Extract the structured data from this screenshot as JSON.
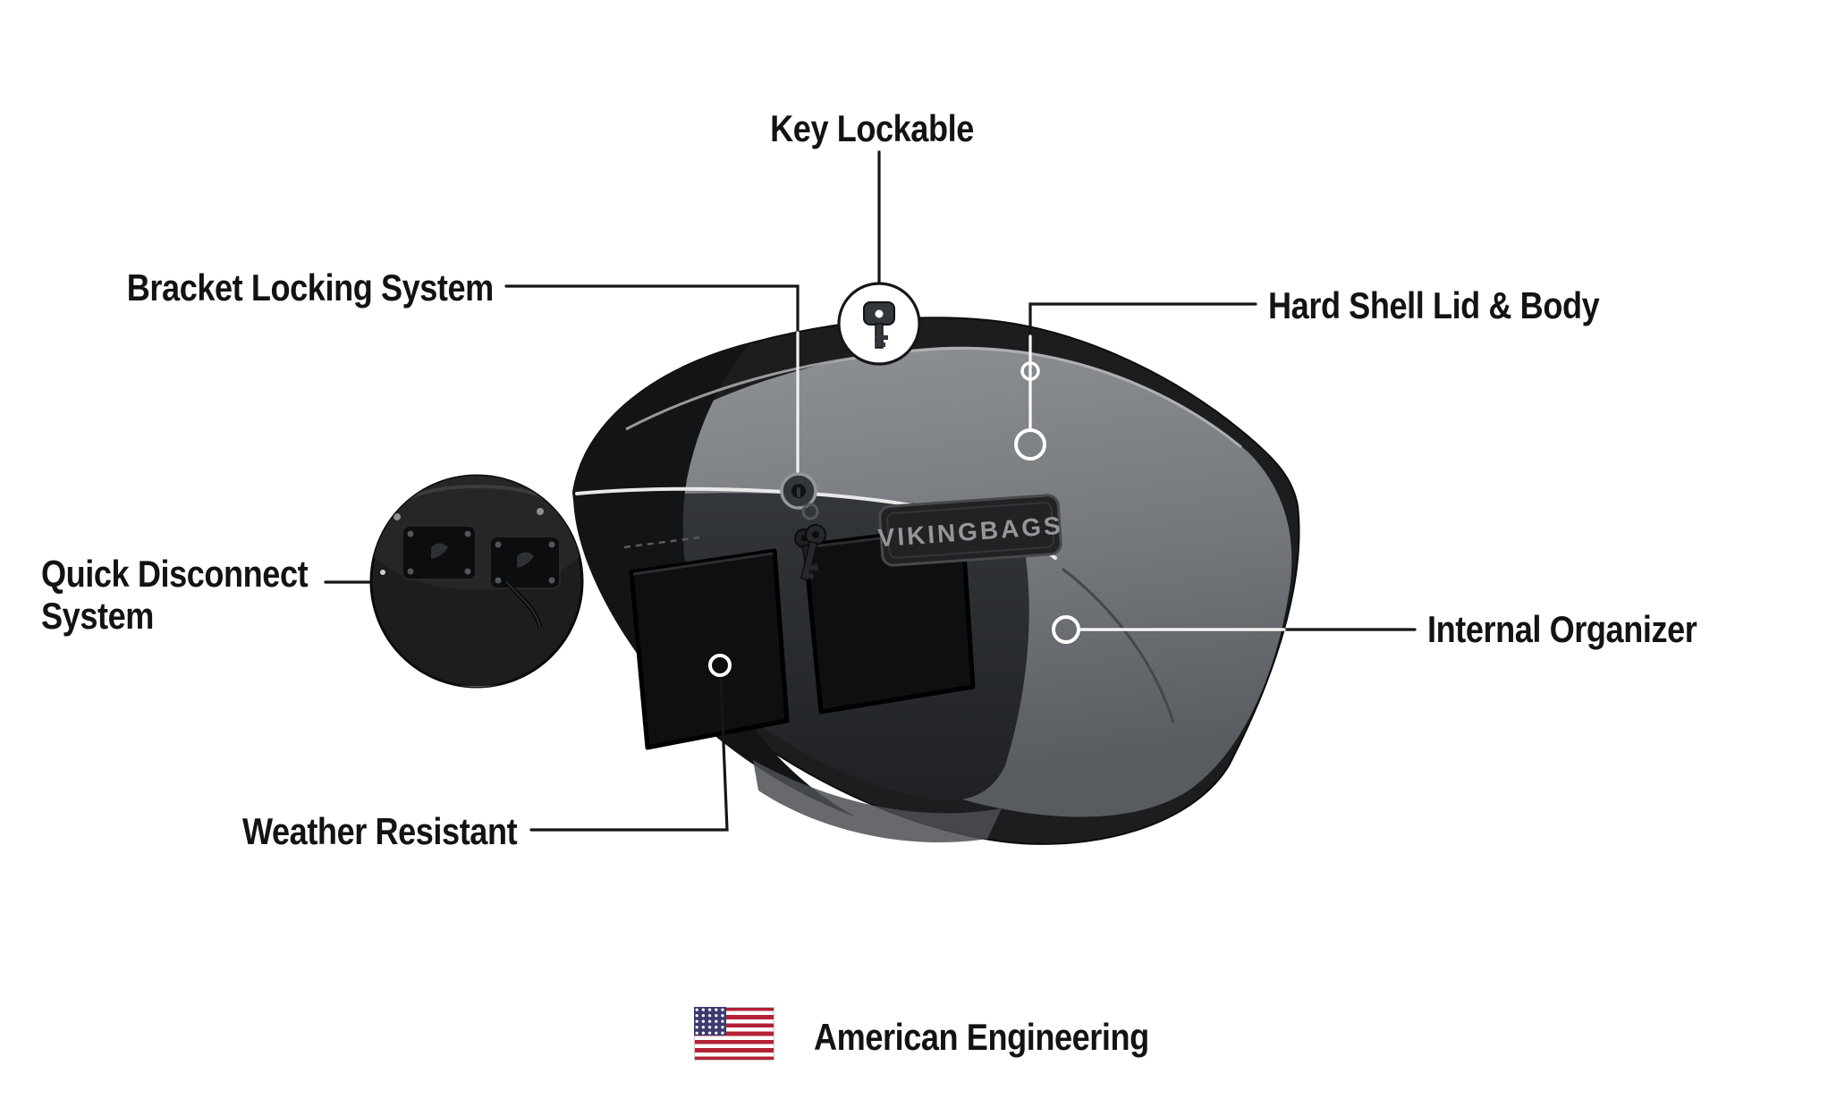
{
  "callouts": {
    "key_lockable": "Key Lockable",
    "bracket_locking_system": "Bracket Locking System",
    "hard_shell_lid_body": "Hard Shell Lid & Body",
    "quick_disconnect_system": "Quick Disconnect System",
    "internal_organizer": "Internal Organizer",
    "weather_resistant": "Weather Resistant"
  },
  "footer": {
    "american_engineering": "American Engineering"
  },
  "product": {
    "badge_text": "VIKINGBAGS"
  },
  "icons": {
    "key": "key-icon",
    "lock": "lock-icon",
    "keys": "keys-icon",
    "flag": "us-flag-icon"
  },
  "colors": {
    "text": "#131313",
    "callout_line": "#161616",
    "marker_ring": "#ffffff",
    "bag_shell": "#1b1d1f",
    "bag_lid_top": "#8f9296",
    "bag_lid_bottom": "#585b5f",
    "interior": "#2c2e31",
    "flag_red": "#B22234",
    "flag_blue": "#3C3B6E"
  }
}
